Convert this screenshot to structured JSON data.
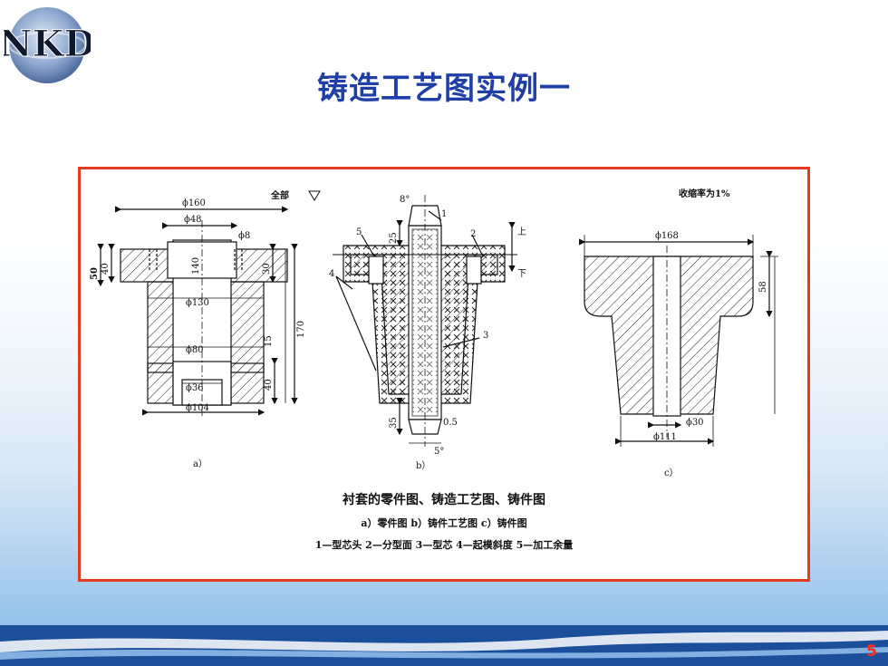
{
  "logo": {
    "text": "NKD"
  },
  "slide": {
    "title": "铸造工艺图实例一",
    "page_number": "5"
  },
  "figure": {
    "caption_main": "衬套的零件图、铸造工艺图、铸件图",
    "caption_sub": "a）零件图  b）铸件工艺图  c）铸件图",
    "caption_legend": "1—型芯头  2—分型面  3—型芯  4—起模斜度  5—加工余量",
    "a": {
      "label": "a）",
      "surface": "全部",
      "dims": {
        "d160": "ϕ160",
        "d48": "ϕ48",
        "d8": "ϕ8",
        "d130": "ϕ130",
        "d80": "ϕ80",
        "d36": "ϕ36",
        "d104": "ϕ104",
        "h50": "50",
        "h40": "40",
        "h140": "140",
        "h30": "30",
        "h170": "170",
        "h15": "15",
        "h40b": "40"
      }
    },
    "b": {
      "label": "b）",
      "angle_top": "8°",
      "angle_bottom": "5°",
      "up": "上",
      "down": "下",
      "dims": {
        "h25": "25",
        "h35": "35",
        "d05": "0.5"
      },
      "callouts": {
        "c1": "1",
        "c2": "2",
        "c3": "3",
        "c4": "4",
        "c5": "5"
      }
    },
    "c": {
      "label": "c）",
      "shrinkage": "收缩率为1%",
      "dims": {
        "d168": "ϕ168",
        "h58": "58",
        "d30": "ϕ30",
        "d111": "ϕ111"
      }
    }
  }
}
